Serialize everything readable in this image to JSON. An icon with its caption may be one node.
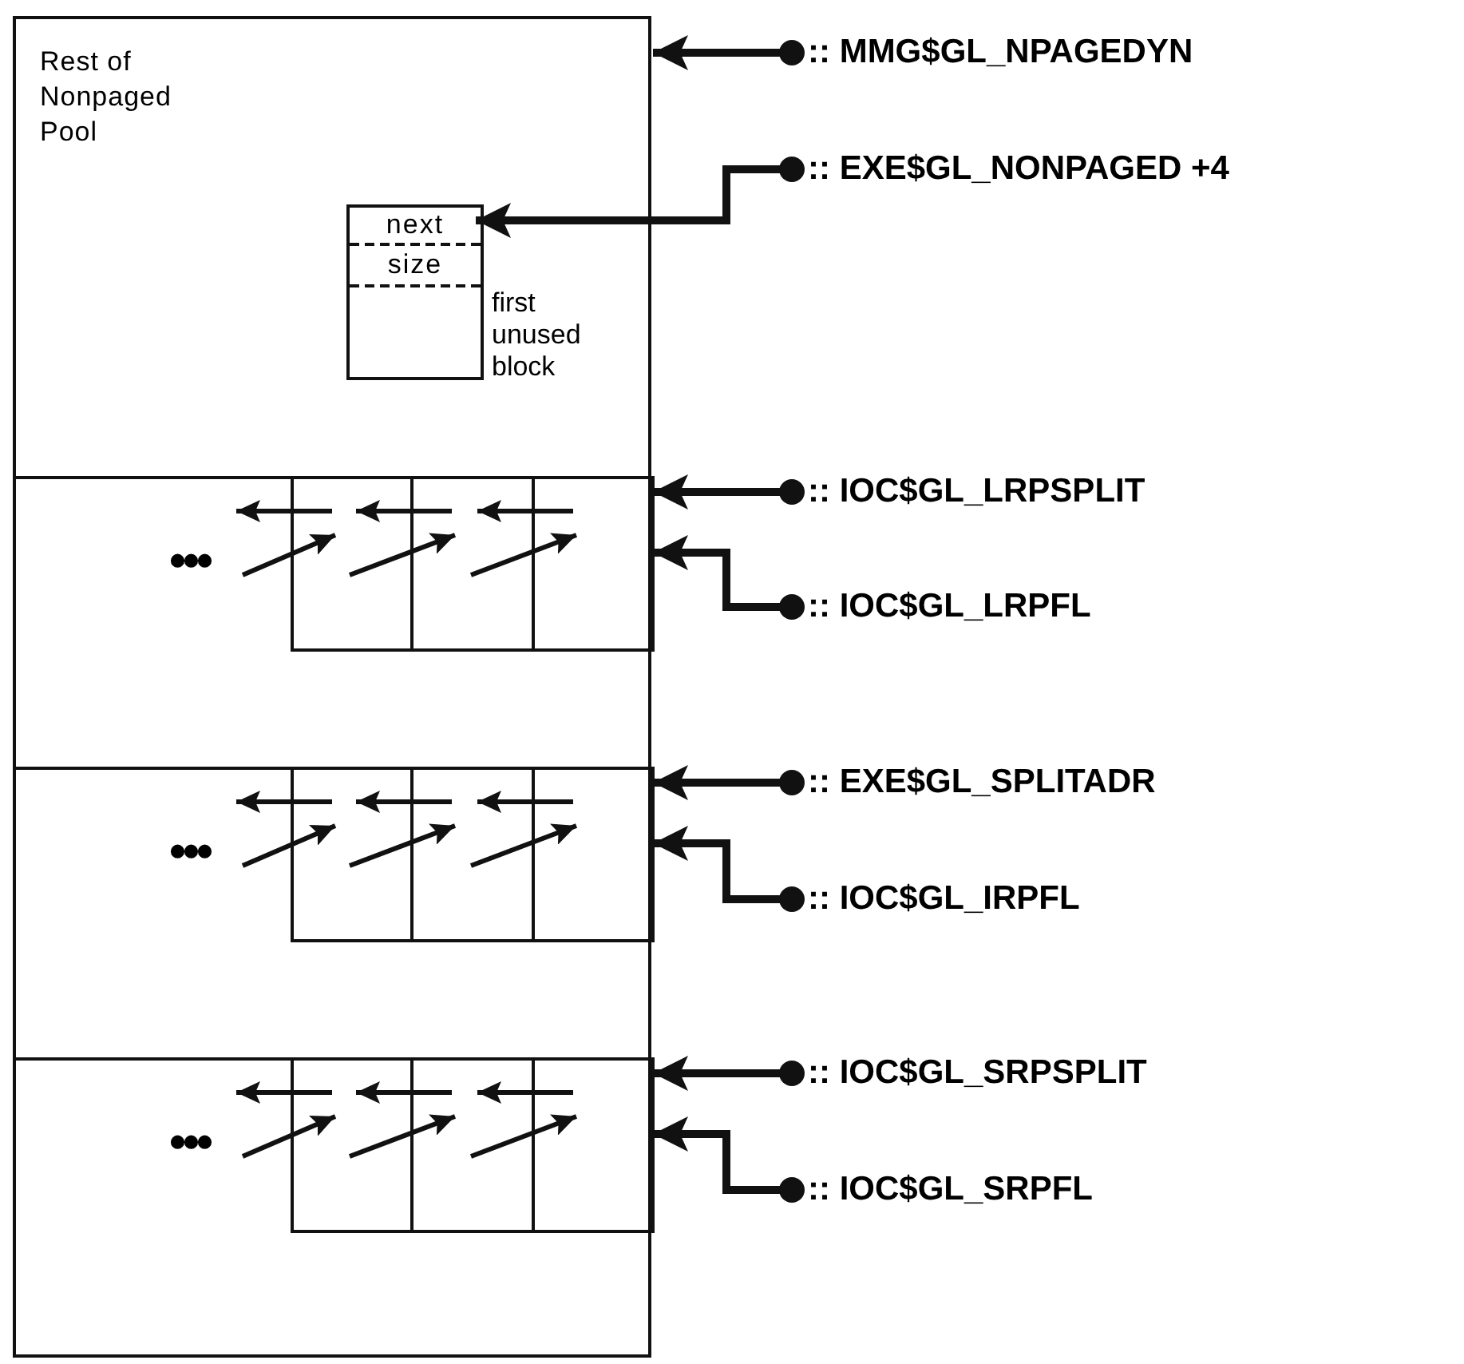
{
  "diagram": {
    "nodes": [
      {
        "text": [
          "Rest of Nonpaged Pool"
        ]
      },
      {
        "text": [],
        "shape": "box",
        "in": 0,
        "beside": [
          "first unused block"
        ]
      },
      {
        "text": [
          "next"
        ],
        "in": 1
      },
      {
        "text": [
          "size"
        ],
        "in": 1
      },
      {
        "text": [],
        "shape": "box"
      },
      {
        "text": [
          "•••"
        ],
        "in": 4
      },
      {
        "text": [],
        "shape": "box",
        "in": 4
      },
      {
        "text": [],
        "shape": "box",
        "in": 4
      },
      {
        "text": [],
        "shape": "box",
        "in": 4
      },
      {
        "text": [],
        "shape": "box"
      },
      {
        "text": [
          "•••"
        ],
        "in": 9
      },
      {
        "text": [],
        "shape": "box",
        "in": 9
      },
      {
        "text": [],
        "shape": "box",
        "in": 9
      },
      {
        "text": [],
        "shape": "box",
        "in": 9
      },
      {
        "text": [],
        "shape": "box"
      },
      {
        "text": [
          "•••"
        ],
        "in": 14
      },
      {
        "text": [],
        "shape": "box",
        "in": 14
      },
      {
        "text": [],
        "shape": "box",
        "in": 14
      },
      {
        "text": [],
        "shape": "box",
        "in": 14
      },
      {
        "text": [
          ":: MMG$GL_NPAGEDYN"
        ]
      },
      {
        "text": [
          ":: EXE$GL_NONPAGED +4"
        ]
      },
      {
        "text": [
          ":: IOC$GL_LRPSPLIT"
        ]
      },
      {
        "text": [
          ":: IOC$GL_LRPFL"
        ]
      },
      {
        "text": [
          ":: EXE$GL_SPLITADR"
        ]
      },
      {
        "text": [
          ":: IOC$GL_IRPFL"
        ]
      },
      {
        "text": [
          ":: IOC$GL_SRPSPLIT"
        ]
      },
      {
        "text": [
          ":: IOC$GL_SRPFL"
        ]
      }
    ],
    "edges": [
      {
        "from": 19,
        "to": 0,
        "arrow": "to"
      },
      {
        "from": 20,
        "to": 2,
        "arrow": "to"
      },
      {
        "from": 21,
        "to": 4,
        "arrow": "to"
      },
      {
        "from": 6,
        "to": 5,
        "arrow": "to"
      },
      {
        "from": 7,
        "to": 6,
        "arrow": "to"
      },
      {
        "from": 8,
        "to": 7,
        "arrow": "to"
      },
      {
        "from": 5,
        "to": 6,
        "arrow": "to"
      },
      {
        "from": 6,
        "to": 7,
        "arrow": "to"
      },
      {
        "from": 7,
        "to": 8,
        "arrow": "to"
      },
      {
        "from": 22,
        "to": 8,
        "arrow": "to"
      },
      {
        "from": 23,
        "to": 9,
        "arrow": "to"
      },
      {
        "from": 11,
        "to": 10,
        "arrow": "to"
      },
      {
        "from": 12,
        "to": 11,
        "arrow": "to"
      },
      {
        "from": 13,
        "to": 12,
        "arrow": "to"
      },
      {
        "from": 10,
        "to": 11,
        "arrow": "to"
      },
      {
        "from": 11,
        "to": 12,
        "arrow": "to"
      },
      {
        "from": 12,
        "to": 13,
        "arrow": "to"
      },
      {
        "from": 24,
        "to": 13,
        "arrow": "to"
      },
      {
        "from": 25,
        "to": 14,
        "arrow": "to"
      },
      {
        "from": 16,
        "to": 15,
        "arrow": "to"
      },
      {
        "from": 17,
        "to": 16,
        "arrow": "to"
      },
      {
        "from": 18,
        "to": 17,
        "arrow": "to"
      },
      {
        "from": 15,
        "to": 16,
        "arrow": "to"
      },
      {
        "from": 16,
        "to": 17,
        "arrow": "to"
      },
      {
        "from": 17,
        "to": 18,
        "arrow": "to"
      },
      {
        "from": 26,
        "to": 18,
        "arrow": "to"
      }
    ]
  }
}
